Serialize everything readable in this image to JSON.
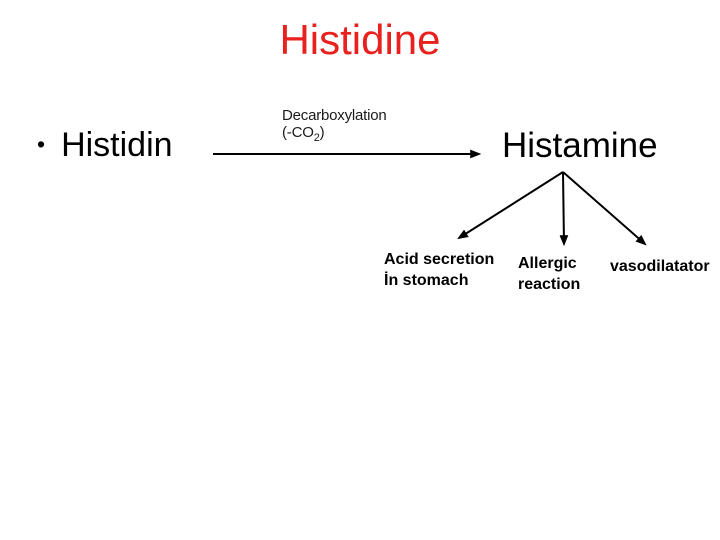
{
  "colors": {
    "title": "#e8201e",
    "text": "#000000",
    "arrow": "#000000",
    "background": "#ffffff"
  },
  "slide": {
    "title": "Histidine",
    "bullet_marker": "•",
    "substrate": "Histidin",
    "reaction": {
      "name": "Decarboxylation",
      "byproduct_pre": "(-CO",
      "byproduct_sub": "2",
      "byproduct_post": ")"
    },
    "product": "Histamine",
    "effects": [
      {
        "line1": "Acid secretion",
        "line2": "İn stomach"
      },
      {
        "line1": "Allergic",
        "line2": "reaction"
      },
      {
        "line1": "vasodilatator",
        "line2": ""
      }
    ]
  }
}
